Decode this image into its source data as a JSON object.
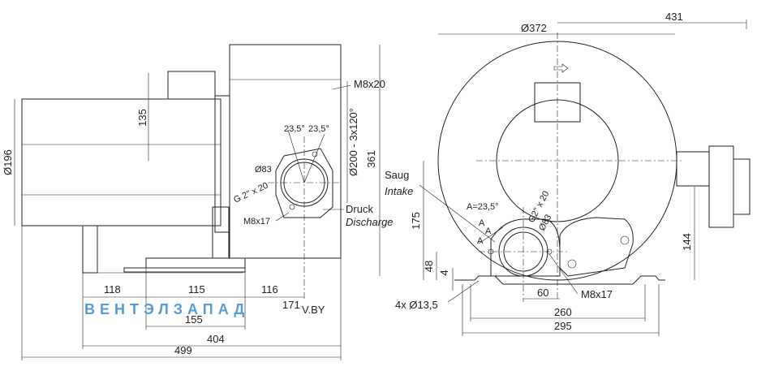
{
  "left_view": {
    "dims": {
      "d196": "Ø196",
      "d135": "135",
      "m8x20": "M8x20",
      "d200": "Ø200 - 3x120°",
      "d361": "361",
      "ang1": "23,5°",
      "ang2": "23,5°",
      "d83": "Ø83",
      "g2": "G 2\" x 20",
      "m8x17": "M8x17",
      "b118": "118",
      "b115": "115",
      "b116": "116",
      "b171": "171",
      "b155": "155",
      "b404": "404",
      "b499": "499"
    },
    "labels": {
      "druck": "Druck",
      "discharge": "Discharge"
    }
  },
  "right_view": {
    "dims": {
      "d431": "431",
      "d372": "Ø372",
      "angle_a": "A=23,5°",
      "a1": "A",
      "a2": "A",
      "a3": "A",
      "g2": "G2\" x 20",
      "d83": "Ø83",
      "d175": "175",
      "d48": "48",
      "d4": "4",
      "d144": "144",
      "d60": "60",
      "m8x17": "M8x17",
      "holes": "4x Ø13,5",
      "d260": "260",
      "d295": "295"
    },
    "labels": {
      "saug": "Saug",
      "intake": "Intake"
    }
  },
  "watermark": {
    "brand": "ВЕНТЭЛЗАПАД",
    "domain": "V.BY",
    "brand_color": "#5a9bd4",
    "domain_color": "#9aa8b6"
  }
}
